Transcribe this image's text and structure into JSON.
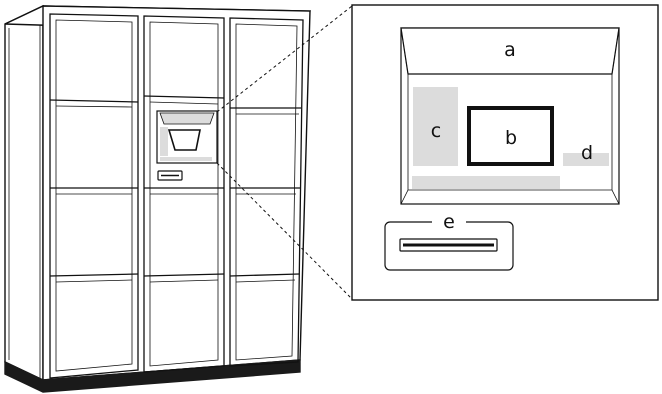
{
  "labels": {
    "a": "a",
    "b": "b",
    "c": "c",
    "d": "d",
    "e": "e"
  },
  "colors": {
    "line": "#111111",
    "panel_gray": "#dcdcdc",
    "base": "#1a1a1a"
  }
}
